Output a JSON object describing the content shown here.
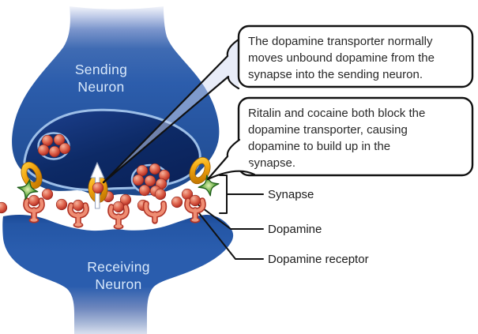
{
  "sending_neuron": {
    "line1": "Sending",
    "line2": "Neuron"
  },
  "receiving_neuron": {
    "line1": "Receiving",
    "line2": "Neuron"
  },
  "callouts": [
    {
      "lines": [
        "The dopamine transporter normally",
        "moves unbound dopamine from the",
        "synapse into the sending neuron."
      ]
    },
    {
      "lines": [
        "Ritalin and cocaine both block the",
        "dopamine transporter, causing",
        "dopamine to build up in the",
        "synapse."
      ]
    }
  ],
  "labels": {
    "synapse": "Synapse",
    "dopamine": "Dopamine",
    "dopamine_receptor": "Dopamine receptor"
  },
  "colors": {
    "neuron_blue": "#2a5dae",
    "neuron_dark_interior": "#0d2a66",
    "membrane_outline": "#9dbfe8",
    "dopamine_red": "#cf4a3c",
    "transporter_orange": "#f5a912",
    "blocker_green": "#3d9a35",
    "receptor_salmon": "#ee8a72",
    "callout_border": "#111111",
    "background": "#ffffff"
  }
}
